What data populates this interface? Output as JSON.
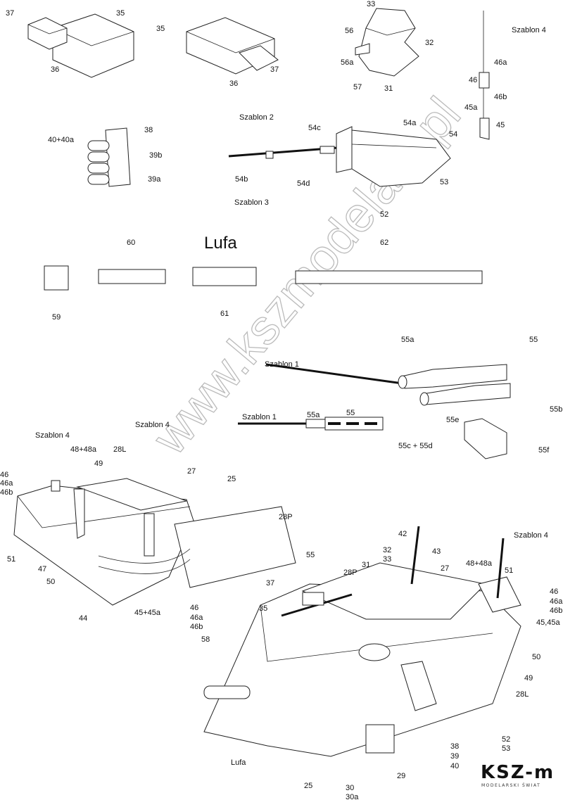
{
  "title": "Lufa",
  "watermark": "www.kszmodelarz.pl",
  "logo": {
    "main": "KSZ-m",
    "sub": "MODELARSKI ŚWIAT"
  },
  "labels": [
    "37",
    "35",
    "36",
    "35",
    "37",
    "36",
    "33",
    "56",
    "32",
    "56a",
    "31",
    "57",
    "Szablon 4",
    "46a",
    "46",
    "46b",
    "45a",
    "45",
    "40+40a",
    "38",
    "39b",
    "39a",
    "Szablon 2",
    "54c",
    "54a",
    "54",
    "54b",
    "54d",
    "Szablon 3",
    "52",
    "53",
    "60",
    "62",
    "59",
    "61",
    "55a",
    "55",
    "Szablon 1",
    "55b",
    "Szablon 1",
    "55a",
    "55",
    "55e",
    "55f",
    "55c + 55d",
    "Szablon 4",
    "Szablon 4",
    "48+48a",
    "28L",
    "49",
    "46",
    "46a",
    "46b",
    "27",
    "25",
    "28P",
    "51",
    "47",
    "50",
    "44",
    "45+45a",
    "46",
    "46a",
    "46b",
    "42",
    "Szablon 4",
    "55",
    "32",
    "33",
    "28P",
    "31",
    "43",
    "27",
    "48+48a",
    "51",
    "37",
    "46",
    "46a",
    "46b",
    "45,45a",
    "35",
    "50",
    "49",
    "58",
    "28L",
    "52",
    "53",
    "38",
    "39",
    "40",
    "29",
    "Lufa",
    "25",
    "30",
    "30a"
  ]
}
